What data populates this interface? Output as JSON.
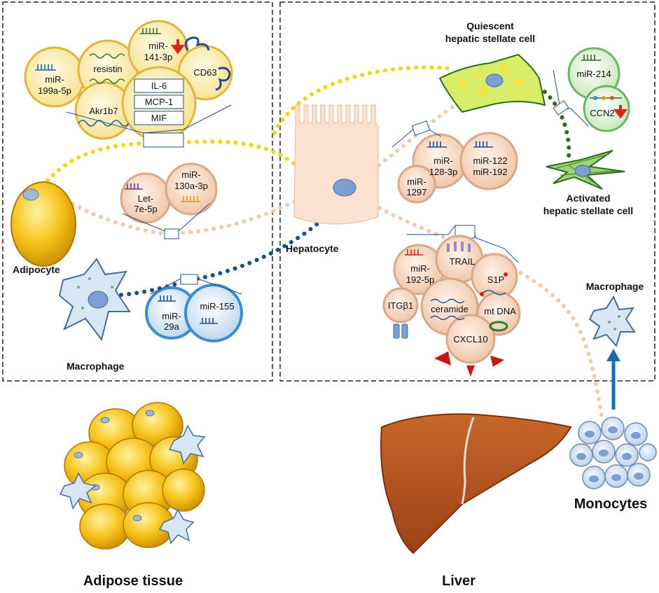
{
  "titles": {
    "adipose_tissue": "Adipose tissue",
    "liver": "Liver",
    "monocytes": "Monocytes"
  },
  "cells": {
    "adipocyte": "Adipocyte",
    "macrophage_left": "Macrophage",
    "hepatocyte": "Hepatocyte",
    "quiescent_hsc_line1": "Quiescent",
    "quiescent_hsc_line2": "hepatic stellate cell",
    "activated_hsc_line1": "Activated",
    "activated_hsc_line2": "hepatic stellate cell",
    "macrophage_right": "Macrophage"
  },
  "adipocyte_ev": {
    "mir199_l1": "miR-",
    "mir199_l2": "199a-5p",
    "resistin": "resistin",
    "mir141_l1": "miR-",
    "mir141_l2": "141-3p",
    "cd63": "CD63",
    "akr1b7": "Akr1b7",
    "il6": "IL-6",
    "mcp1": "MCP-1",
    "mif": "MIF"
  },
  "adipocyte_ev2": {
    "let7_l1": "Let-",
    "let7_l2": "7e-5p",
    "mir130_l1": "miR-",
    "mir130_l2": "130a-3p"
  },
  "macrophage_ev": {
    "mir29_l1": "miR-",
    "mir29_l2": "29a",
    "mir155": "miR-155"
  },
  "hsc_ev": {
    "mir214": "miR-214",
    "ccn2": "CCN2"
  },
  "hepatocyte_ev1": {
    "mir128_l1": "miR-",
    "mir128_l2": "128-3p",
    "mir1297_l1": "miR-",
    "mir1297_l2": "1297",
    "mir122": "miR-122",
    "mir192": "miR-192"
  },
  "hepatocyte_ev2": {
    "mir192_l1": "miR-",
    "mir192_l2": "192-5p",
    "trail": "TRAIL",
    "s1p": "S1P",
    "itgb1": "ITGβ1",
    "ceramide": "ceramide",
    "mtdna": "mt DNA",
    "cxcl10": "CXCL10"
  },
  "colors": {
    "yellow_path": "#f2d417",
    "peach_path": "#f5c9ac",
    "blue_path": "#1f4e8c",
    "green_path": "#2d6a1f",
    "adipocyte": "#f2b705",
    "liver": "#b5541c",
    "ev_yellow": "#fbe9a7",
    "ev_peach": "#f4d3bd",
    "ev_blue": "#d6e6f5",
    "ev_green": "#d8efd0",
    "down_arrow": "#e0201a"
  }
}
